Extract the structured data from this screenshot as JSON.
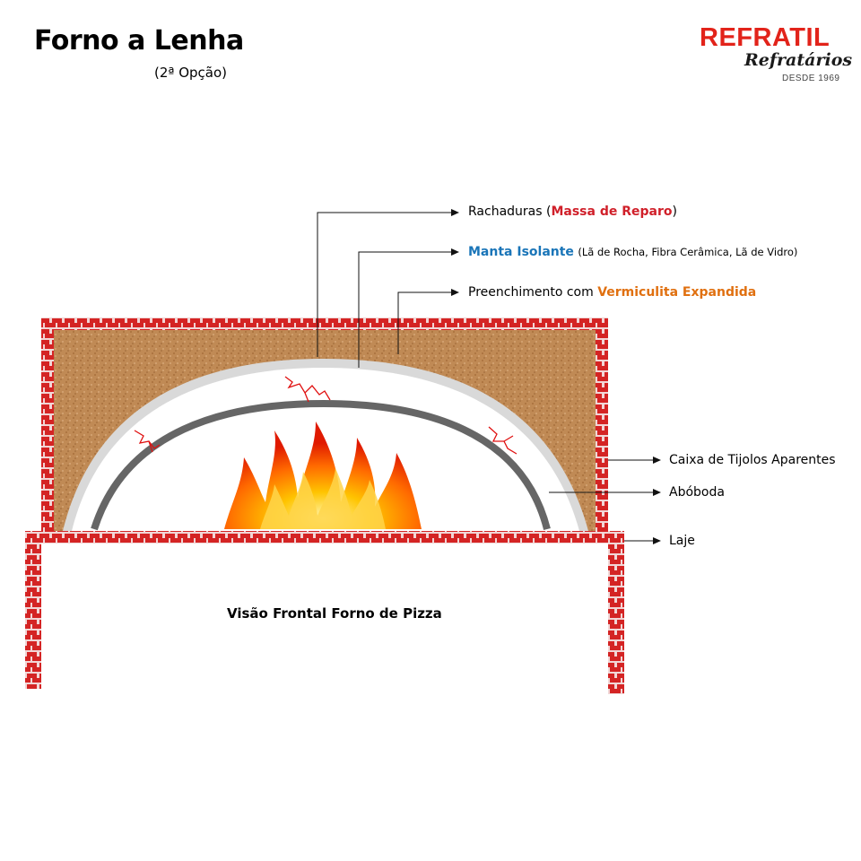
{
  "header": {
    "title": "Forno a Lenha",
    "subtitle": "(2ª Opção)"
  },
  "logo": {
    "name": "REFRATIL",
    "script": "Refratários",
    "since": "DESDE 1969"
  },
  "labels": {
    "rachaduras": {
      "text": "Rachaduras (",
      "highlight": "Massa de Reparo",
      "close": ")"
    },
    "manta": {
      "highlight": "Manta Isolante",
      "detail": "(Lã de Rocha, Fibra Cerâmica, Lã de Vidro)"
    },
    "preenchimento": {
      "text": "Preenchimento com ",
      "highlight": "Vermiculita Expandida"
    },
    "caixa": "Caixa de Tijolos Aparentes",
    "aboboda": "Abóboda",
    "laje": "Laje"
  },
  "caption": "Visão Frontal Forno de Pizza",
  "colors": {
    "brick": "#d42424",
    "mortar": "#f1d6d6",
    "vermiculite": "#c08a55",
    "blanket": "#d9d9d9",
    "dome": "#666666",
    "crack": "#e01010",
    "flame": "#ff8a00"
  }
}
